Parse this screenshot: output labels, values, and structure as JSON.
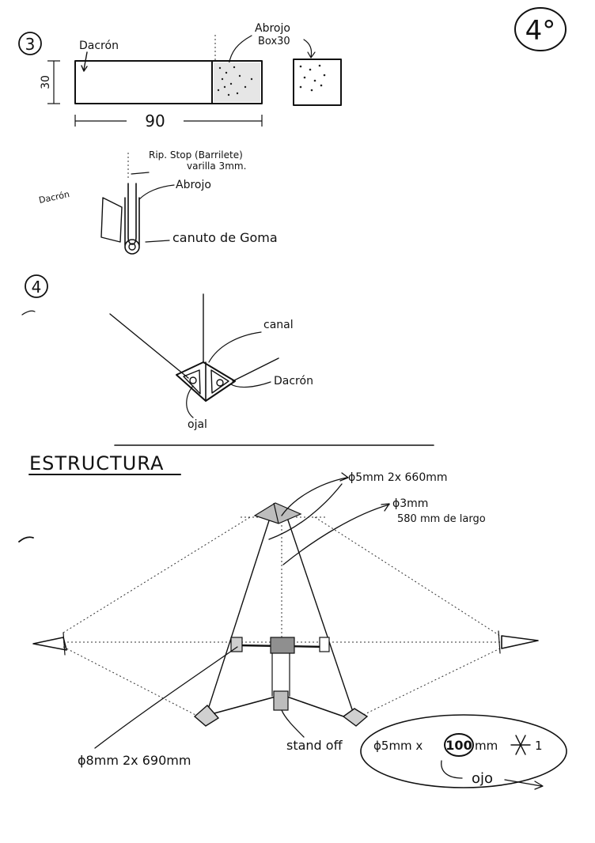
{
  "page_number": "4°",
  "section3": {
    "number": "3",
    "dacron_label": "Dacrón",
    "abrojo_label": "Abrojo",
    "abrojo_size": "Box30",
    "dim_height": "30",
    "dim_width": "90",
    "detail_note_line1": "Rip. Stop (Barrilete)",
    "detail_note_line2": "varilla 3mm.",
    "detail_abrojo": "Abrojo",
    "detail_dacron": "Dacrón",
    "detail_canuto": "canuto de Goma"
  },
  "section4": {
    "number": "4",
    "canal": "canal",
    "dacron": "Dacrón",
    "ojal": "ojal"
  },
  "estructura": {
    "title": "ESTRUCTURA",
    "spar_5mm": "ϕ5mm 2x 660mm",
    "spar_3mm_line1": "ϕ3mm",
    "spar_3mm_line2": "580 mm de largo",
    "spar_8mm": "ϕ8mm 2x 690mm",
    "stand_off": "stand off",
    "stand_off_spec_a": "ϕ5mm x",
    "stand_off_spec_b": "100",
    "stand_off_spec_c": "mm",
    "stand_off_count": "1",
    "ojo": "ojo"
  }
}
